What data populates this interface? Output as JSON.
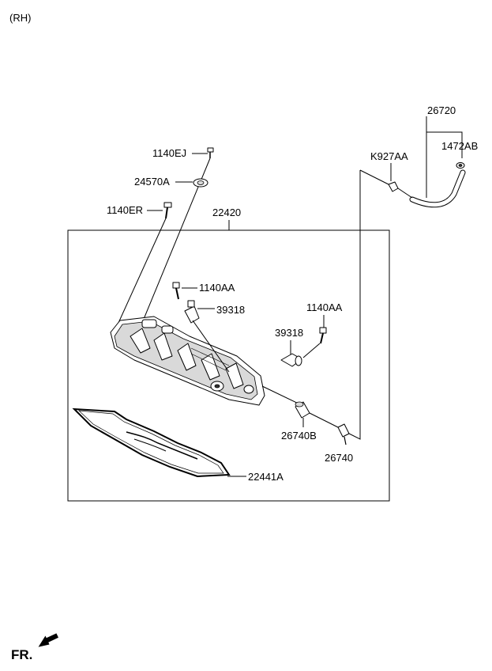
{
  "header": {
    "side_label": "(RH)"
  },
  "parts": {
    "p26720": "26720",
    "p1472AB": "1472AB",
    "pK927AA": "K927AA",
    "p1140EJ": "1140EJ",
    "p24570A": "24570A",
    "p1140ER": "1140ER",
    "p22420": "22420",
    "p1140AA_a": "1140AA",
    "p39318_a": "39318",
    "p1140AA_b": "1140AA",
    "p39318_b": "39318",
    "p26740B": "26740B",
    "p26740": "26740",
    "p22441A": "22441A"
  },
  "footer": {
    "front_label": "FR."
  }
}
